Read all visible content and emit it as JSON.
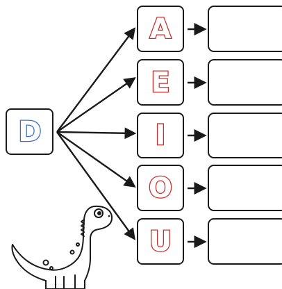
{
  "worksheet": {
    "start_letter": "D",
    "vowels": [
      "A",
      "E",
      "I",
      "O",
      "U"
    ],
    "colors": {
      "start_letter": "#3a6fc4",
      "vowel": "#c9302c",
      "stroke": "#1a1a1a",
      "card_bg": "#ffffff"
    },
    "mascot": "dinosaur"
  }
}
